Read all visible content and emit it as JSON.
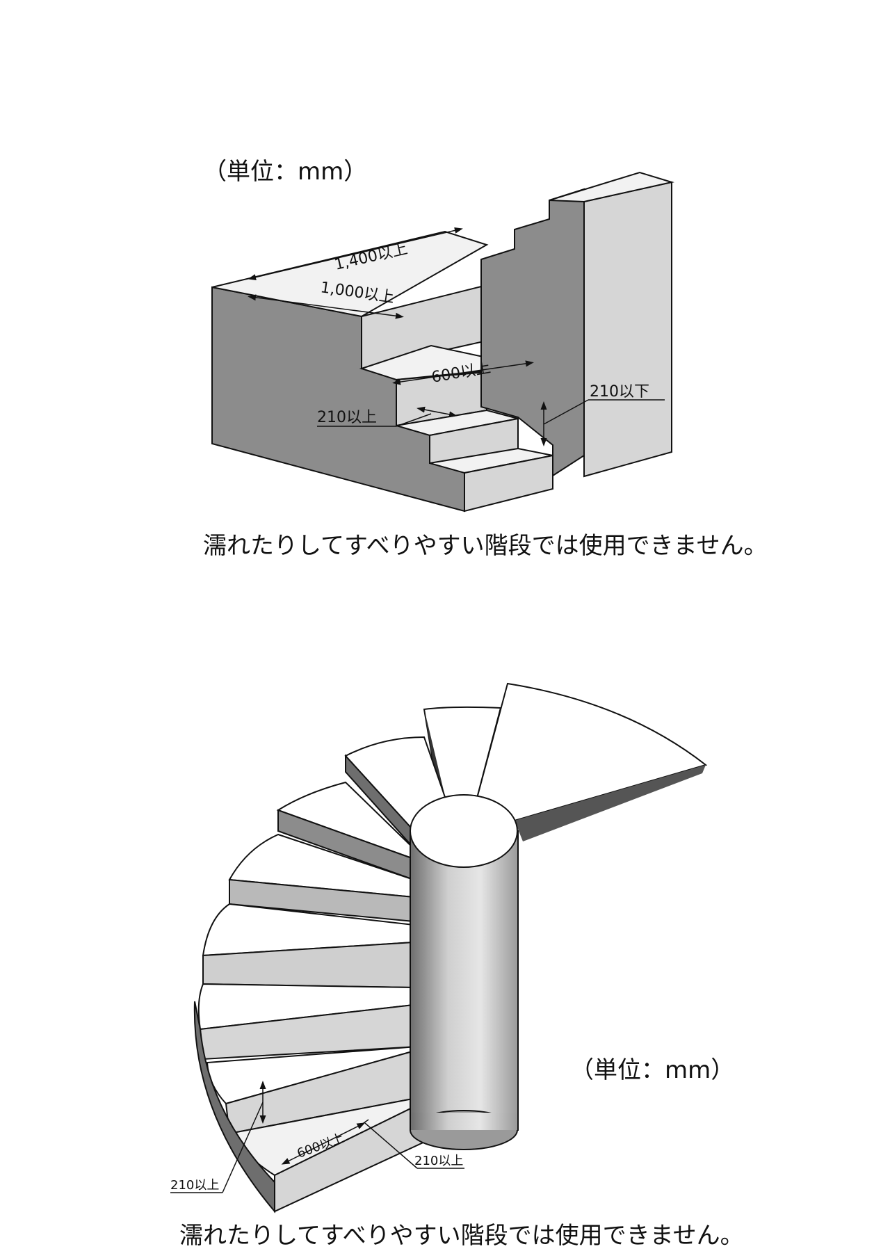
{
  "figure1": {
    "unit_note": "（単位：mm）",
    "dims": {
      "length_outer": "1,400以上",
      "length_inner": "1,000以上",
      "tread_width": "600以上",
      "tread_depth": "210以上",
      "riser_height": "210以下"
    },
    "caption": "濡れたりしてすべりやすい階段では使用できません。"
  },
  "figure2": {
    "unit_note": "（単位：mm）",
    "dims": {
      "tread_width": "600以上",
      "tread_depth_right": "210以上",
      "tread_depth_left": "210以上"
    },
    "caption": "濡れたりしてすべりやすい階段では使用できません。"
  },
  "colors": {
    "dark_face": "#8c8c8c",
    "mid_face": "#b9b9b9",
    "light_face": "#d6d6d6",
    "top_face": "#f2f2f2",
    "outline": "#111111"
  }
}
